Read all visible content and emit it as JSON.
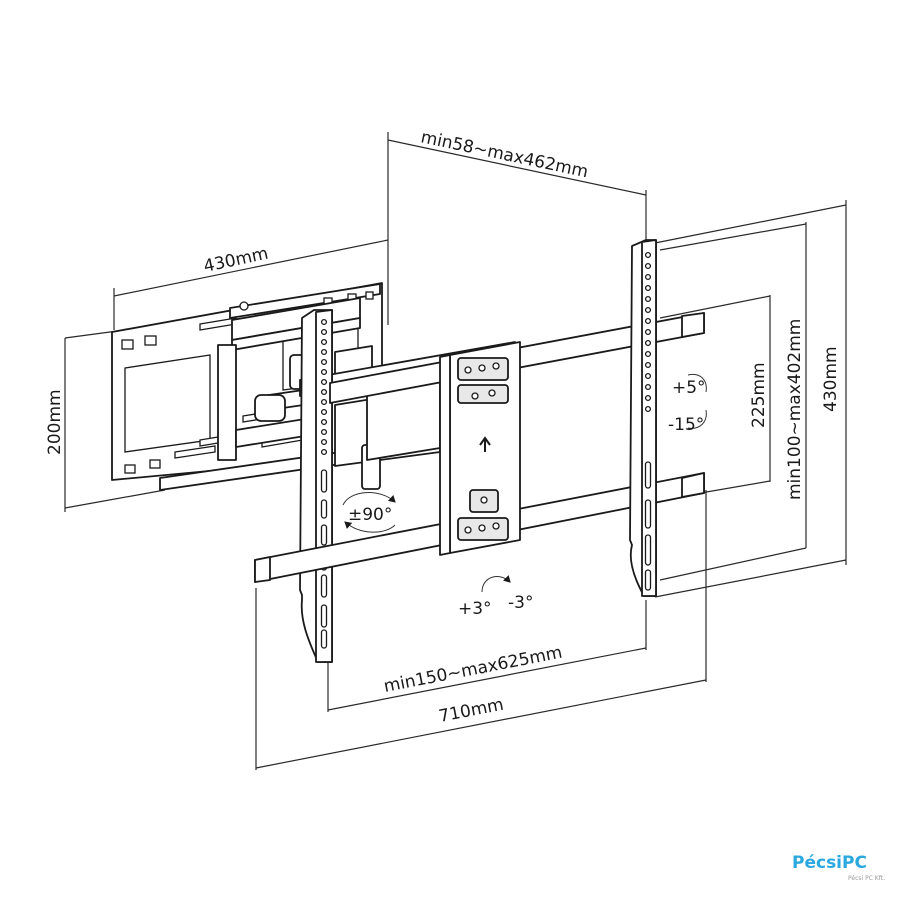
{
  "dimensions": {
    "arm_extension": "min58~max462mm",
    "wall_plate_width": "430mm",
    "wall_plate_height": "200mm",
    "vesa_vertical": "225mm",
    "vesa_vertical_range": "min100~max402mm",
    "bracket_height": "430mm",
    "vesa_horizontal_range": "min150~max625mm",
    "overall_width": "710mm"
  },
  "rotations": {
    "swivel": "±90°",
    "tilt_up": "+5°",
    "tilt_down": "-15°",
    "level_plus": "+3°",
    "level_minus": "-3°"
  },
  "logo": {
    "brand": "PécsiPC",
    "tagline": "Pécsi PC Kft."
  }
}
